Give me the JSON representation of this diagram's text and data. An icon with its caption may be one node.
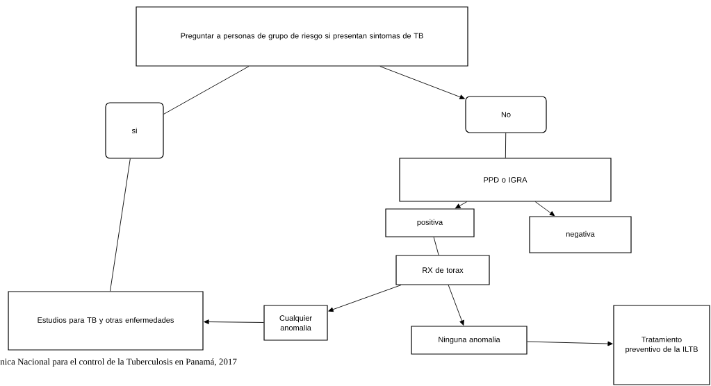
{
  "diagram": {
    "caption": "nica Nacional para el control de la Tuberculosis en Panamá, 2017",
    "nodes": [
      {
        "text": [
          "Preguntar a personas de grupo de riesgo si presentan sintomas de TB"
        ]
      },
      {
        "text": [
          "si"
        ]
      },
      {
        "text": [
          "No"
        ]
      },
      {
        "text": [
          "PPD o IGRA"
        ]
      },
      {
        "text": [
          "positiva"
        ]
      },
      {
        "text": [
          "negativa"
        ]
      },
      {
        "text": [
          "RX de torax"
        ]
      },
      {
        "text": [
          "Estudios para TB y otras enfermedades"
        ]
      },
      {
        "text": [
          "Cualquier anomalia"
        ]
      },
      {
        "text": [
          "Ninguna anomalia"
        ]
      },
      {
        "text": [
          "Tratamiento preventivo de la ILTB"
        ]
      }
    ],
    "edges": [
      {
        "from": 0,
        "to": 1,
        "arrow": "none"
      },
      {
        "from": 0,
        "to": 2,
        "arrow": "to"
      },
      {
        "from": 1,
        "to": 7,
        "arrow": "none"
      },
      {
        "from": 2,
        "to": 3,
        "arrow": "none"
      },
      {
        "from": 3,
        "to": 4,
        "arrow": "to"
      },
      {
        "from": 3,
        "to": 5,
        "arrow": "to"
      },
      {
        "from": 4,
        "to": 6,
        "arrow": "none"
      },
      {
        "from": 6,
        "to": 8,
        "arrow": "to"
      },
      {
        "from": 6,
        "to": 9,
        "arrow": "to"
      },
      {
        "from": 8,
        "to": 7,
        "arrow": "to"
      },
      {
        "from": 9,
        "to": 10,
        "arrow": "to"
      }
    ]
  }
}
